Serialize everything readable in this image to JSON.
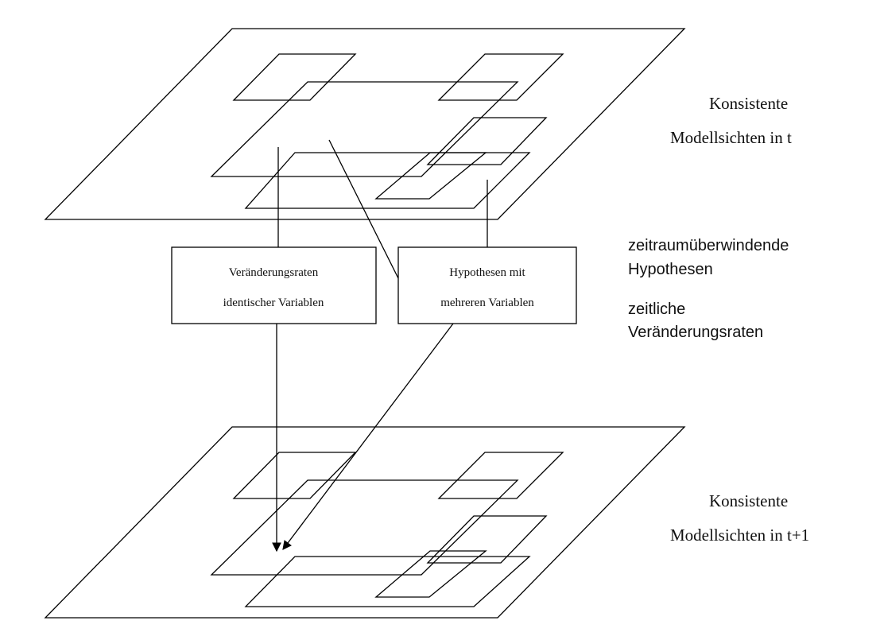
{
  "planes": {
    "top": {
      "label_line1": "Konsistente",
      "label_line2": "Modellsichten in t"
    },
    "bottom": {
      "label_line1": "Konsistente",
      "label_line2": "Modellsichten in t+1"
    }
  },
  "boxes": {
    "left": {
      "line1": "Veränderungsraten",
      "line2": "identischer Variablen"
    },
    "right": {
      "line1": "Hypothesen mit",
      "line2": "mehreren Variablen"
    }
  },
  "side_labels": {
    "hypotheses_line1": "zeitraumüberwindende",
    "hypotheses_line2": "Hypothesen",
    "rates_line1": "zeitliche",
    "rates_line2": "Veränderungsraten"
  }
}
